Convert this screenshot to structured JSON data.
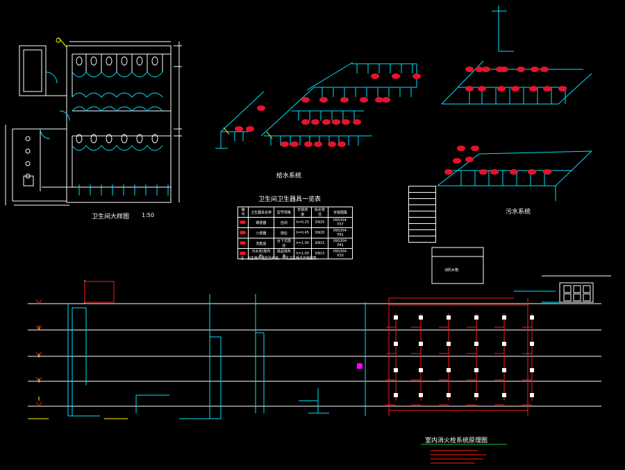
{
  "drawing": {
    "colors": {
      "background": "#000000",
      "wall": "#ffffff",
      "fixture": "#00e5ff",
      "pipe_cyan": "#00e5ff",
      "fire_red": "#ff1a1a",
      "badge_red": "#e3142c",
      "annotation_yellow": "#ffff00",
      "annotation_green": "#33ff33",
      "accent_magenta": "#ff00ff"
    }
  },
  "floor_plan": {
    "title": "卫生间大样图",
    "scale": "1:50"
  },
  "water_supply": {
    "title": "给水系统"
  },
  "drainage": {
    "title": "污水系统"
  },
  "fixture_table": {
    "title": "卫生间卫生器具一览表",
    "headers": [
      "编号",
      "卫生器具名称",
      "型号规格",
      "安装高度",
      "给水管径",
      "安装图集"
    ],
    "rows": [
      {
        "name": "蹲便器",
        "model": "自闭",
        "height": "h=0.25",
        "pipe": "DN25",
        "atlas": "09S304-P37"
      },
      {
        "name": "小便器",
        "model": "感应",
        "height": "h=0.45",
        "pipe": "DN20",
        "atlas": "09S304-P91"
      },
      {
        "name": "洗脸盆",
        "model": "台下式感应",
        "height": "h=1.00",
        "pipe": "DN15",
        "atlas": "09S304-P41"
      },
      {
        "name": "污水池(拖布池)",
        "model": "成品拖布池",
        "height": "h=1.00",
        "pipe": "DN15",
        "atlas": "09S304-P20"
      }
    ],
    "note": "注：卫生器具选型及安装，详见卫生器具安装图集。"
  },
  "fire_riser": {
    "title": "室内消火栓系统原理图"
  },
  "tank_block": {
    "label": "消防水箱"
  }
}
